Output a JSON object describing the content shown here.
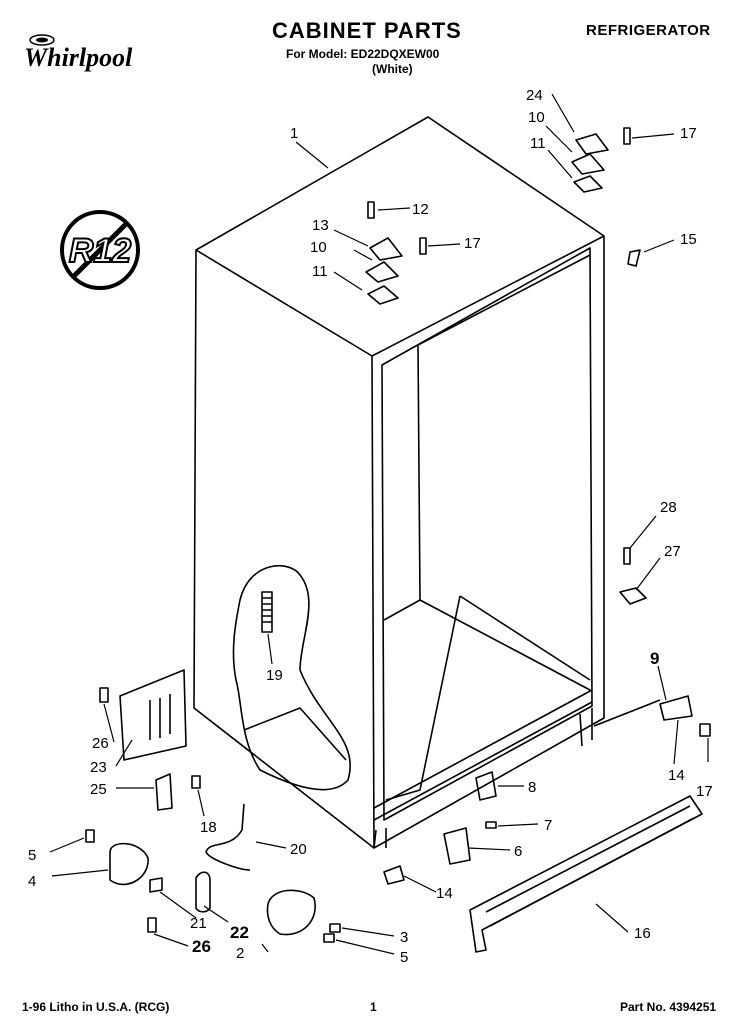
{
  "header": {
    "brand": "Whirlpool",
    "title": "CABINET PARTS",
    "category": "REFRIGERATOR",
    "model_line": "For Model: ED22DQXEW00",
    "color_line": "(White)"
  },
  "badge": {
    "text": "R12"
  },
  "callouts": [
    "1",
    "2",
    "3",
    "4",
    "5",
    "5",
    "6",
    "7",
    "8",
    "9",
    "10",
    "10",
    "11",
    "11",
    "12",
    "13",
    "14",
    "14",
    "15",
    "16",
    "17",
    "17",
    "17",
    "18",
    "19",
    "20",
    "21",
    "22",
    "23",
    "24",
    "25",
    "26",
    "26",
    "27",
    "28"
  ],
  "footer": {
    "left": "1-96 Litho in U.S.A. (RCG)",
    "page": "1",
    "right": "Part No. 4394251"
  }
}
